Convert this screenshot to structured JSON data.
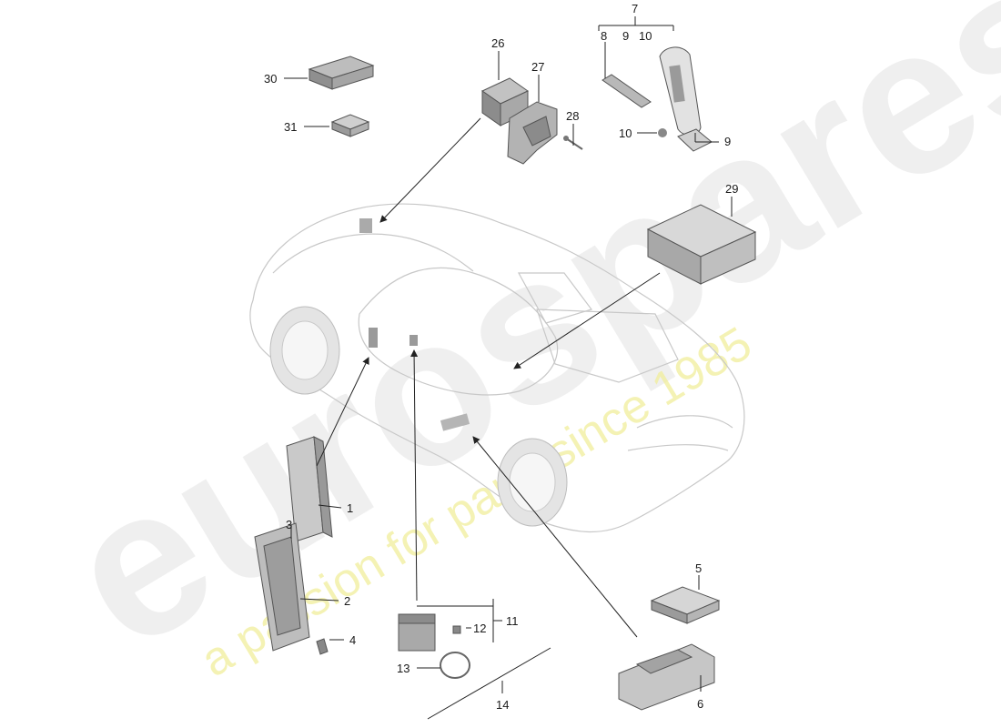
{
  "watermark": {
    "brand": "eurospares",
    "tagline": "a passion for parts since 1985"
  },
  "callouts": {
    "c1": "1",
    "c2": "2",
    "c3": "3",
    "c4": "4",
    "c5": "5",
    "c6": "6",
    "c7": "7",
    "c8": "8",
    "c9a": "9",
    "c10a": "10",
    "c9b": "9",
    "c10b": "10",
    "c11": "11",
    "c12": "12",
    "c13": "13",
    "c14": "14",
    "c26": "26",
    "c27": "27",
    "c28": "28",
    "c29": "29",
    "c30": "30",
    "c31": "31"
  },
  "colors": {
    "watermark_brand": "#e6e6e6",
    "watermark_tagline": "#f3f0a6",
    "car_body": "#f2f2f2",
    "part_fill": "#cfcfcf",
    "part_dark": "#8a8a8a"
  }
}
